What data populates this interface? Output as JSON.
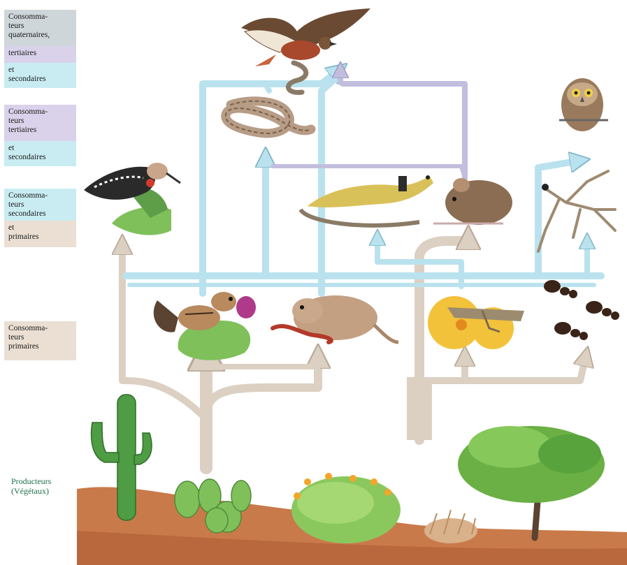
{
  "legend": {
    "quaternary": {
      "line1": "Consomma-\nteurs\nquaternaires,",
      "line2": "tertiaires",
      "line3": "et\nsecondaires"
    },
    "tertiary": {
      "line1": "Consomma-\nteurs\ntertiaires",
      "line2": "et\nsecondaires"
    },
    "secondary": {
      "line1": "Consomma-\nteurs\nsecondaires",
      "line2": "et\nprimaires"
    },
    "primary": {
      "line1": "Consomma-\nteurs\nprimaires"
    },
    "producers": "Producteurs\n(Végétaux)"
  },
  "colors": {
    "arrow_beige": "#dcd0c2",
    "arrow_blue": "#b9e2ee",
    "arrow_violet": "#c2bede",
    "ground": "#c97a4a",
    "cactus": "#4e9c43"
  },
  "organisms": [
    "hawk-icon",
    "rattlesnake-icon",
    "owl-icon",
    "woodpecker-icon",
    "lizard-icon",
    "mouse-icon",
    "mantis-icon",
    "chipmunk-icon",
    "kangaroo-rat-icon",
    "grasshopper-icon",
    "ant-icon",
    "saguaro-icon",
    "prickly-pear-icon",
    "flowering-shrub-icon",
    "grass-tuft-icon",
    "mesquite-tree-icon"
  ]
}
